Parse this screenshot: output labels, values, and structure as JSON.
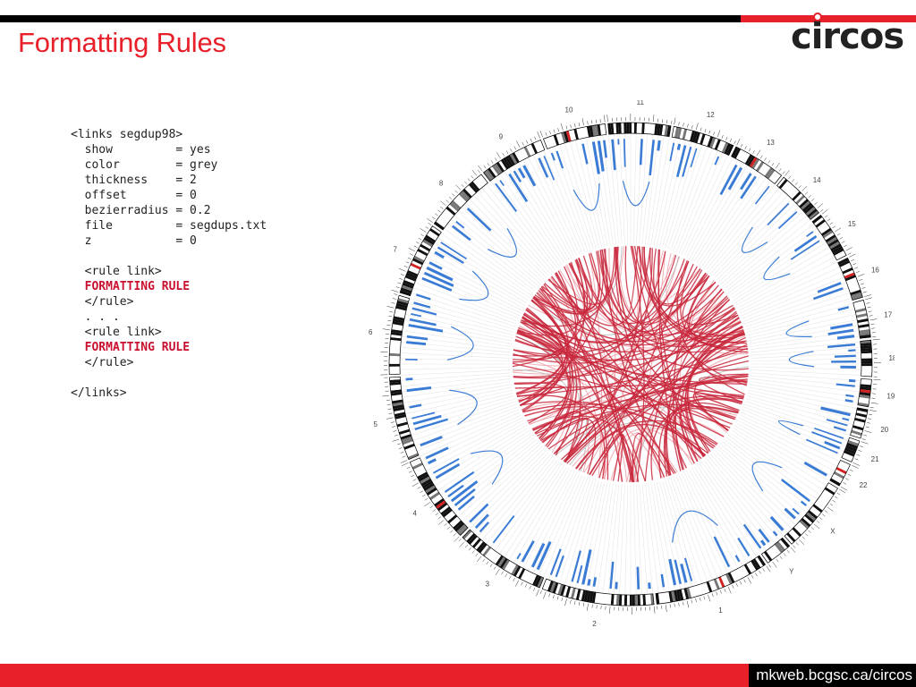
{
  "header": {
    "title": "Formatting Rules",
    "logo": "circos"
  },
  "code_lines": [
    {
      "text": "<links segdup98>",
      "highlight": false
    },
    {
      "text": "  show         = yes",
      "highlight": false
    },
    {
      "text": "  color        = grey",
      "highlight": false
    },
    {
      "text": "  thickness    = 2",
      "highlight": false
    },
    {
      "text": "  offset       = 0",
      "highlight": false
    },
    {
      "text": "  bezierradius = 0.2",
      "highlight": false
    },
    {
      "text": "  file         = segdups.txt",
      "highlight": false
    },
    {
      "text": "  z            = 0",
      "highlight": false
    },
    {
      "text": "",
      "highlight": false
    },
    {
      "text": "  <rule link>",
      "highlight": false
    },
    {
      "text": "  FORMATTING RULE",
      "highlight": true
    },
    {
      "text": "  </rule>",
      "highlight": false
    },
    {
      "text": "  . . .",
      "highlight": false
    },
    {
      "text": "  <rule link>",
      "highlight": false
    },
    {
      "text": "  FORMATTING RULE",
      "highlight": true
    },
    {
      "text": "  </rule>",
      "highlight": false
    },
    {
      "text": "",
      "highlight": false
    },
    {
      "text": "</links>",
      "highlight": false
    }
  ],
  "diagram": {
    "chromosomes": [
      "1",
      "2",
      "3",
      "4",
      "5",
      "6",
      "7",
      "8",
      "9",
      "10",
      "11",
      "12",
      "13",
      "14",
      "15",
      "16",
      "17",
      "18",
      "19",
      "20",
      "21",
      "22",
      "X",
      "Y"
    ],
    "colors": {
      "link_primary": "#c8283c",
      "link_faint": "#f2a4ac",
      "link_grey": "#bbbbbb",
      "histogram": "#3a7bd5",
      "band_dark": "#111111",
      "band_centromere": "#d42020"
    }
  },
  "footer": {
    "url": "mkweb.bcgsc.ca/circos"
  },
  "colors": {
    "accent_red": "#e8202a",
    "bar_black": "#000000"
  }
}
